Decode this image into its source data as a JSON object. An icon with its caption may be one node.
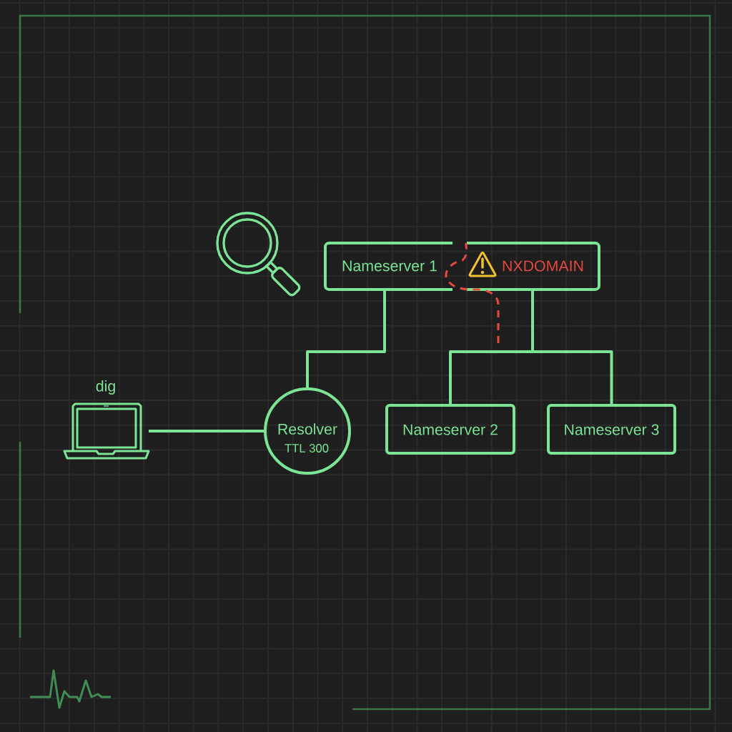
{
  "diagram": {
    "nodes": [
      {
        "text": [
          "Nameserver 1",
          "NXDOMAIN"
        ]
      },
      {
        "text": [
          "dig"
        ]
      },
      {
        "text": [
          "Resolver",
          "TTL 300"
        ]
      },
      {
        "text": [
          "Nameserver 2"
        ]
      },
      {
        "text": [
          "Nameserver 3"
        ]
      }
    ],
    "edges": [
      {
        "from": 1,
        "to": 2,
        "arrow": "none"
      },
      {
        "from": 0,
        "to": 2,
        "arrow": "none"
      },
      {
        "from": 0,
        "to": 3,
        "arrow": "none"
      },
      {
        "from": 0,
        "to": 4,
        "arrow": "none"
      },
      {
        "from": null,
        "to": 0,
        "arrow": "none",
        "style": "dashed",
        "color": "#e5483f"
      }
    ]
  }
}
